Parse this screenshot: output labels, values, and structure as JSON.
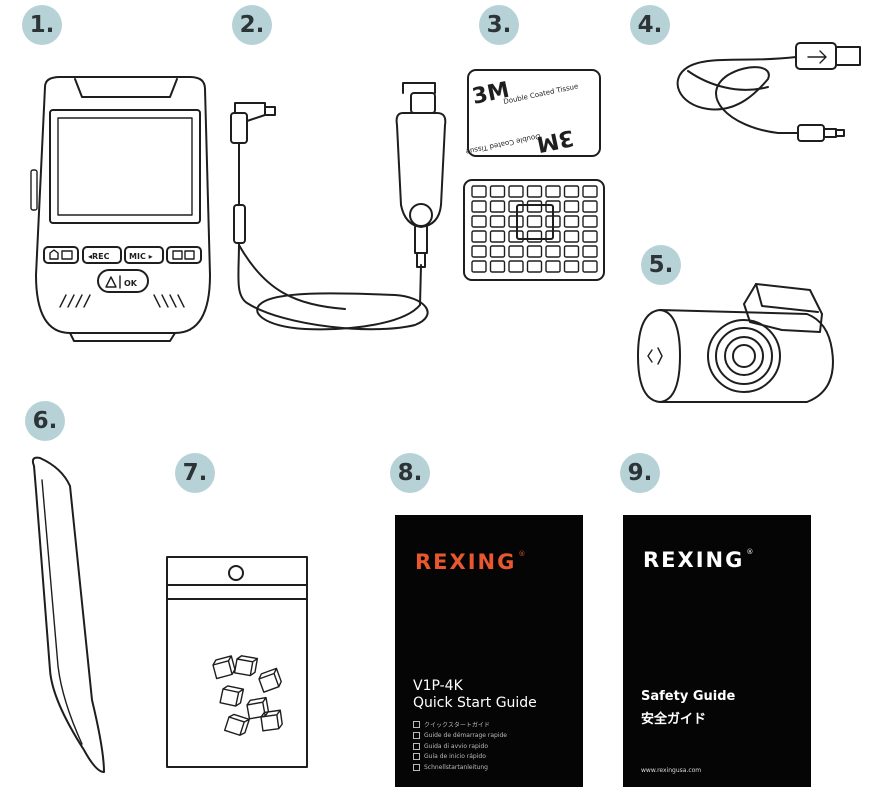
{
  "items": [
    {
      "num": "1."
    },
    {
      "num": "2."
    },
    {
      "num": "3."
    },
    {
      "num": "4."
    },
    {
      "num": "5."
    },
    {
      "num": "6."
    },
    {
      "num": "7."
    },
    {
      "num": "8."
    },
    {
      "num": "9."
    }
  ],
  "dashcam": {
    "buttons": {
      "rec": "◂REC",
      "mic": "MIC ▸",
      "ok": "OK"
    }
  },
  "mount": {
    "tape_text": "Double Coated Tissue",
    "tape_logo": "3M"
  },
  "quick_start_guide": {
    "brand": "REXING",
    "brand_mark": "®",
    "brand_color": "#e8572e",
    "model": "V1P-4K",
    "title": "Quick Start Guide",
    "languages": [
      "クイックスタートガイド",
      "Guide de démarrage rapide",
      "Guida di avvio rapido",
      "Guía de inicio rápido",
      "Schnellstartanleitung"
    ]
  },
  "safety_guide": {
    "brand": "REXING",
    "brand_mark": "®",
    "title": "Safety Guide",
    "title_jp": "安全ガイド",
    "url": "www.rexingusa.com"
  },
  "colors": {
    "badge_bg": "#b7d2d6",
    "badge_text": "#2c3438",
    "book_bg": "#050505"
  }
}
